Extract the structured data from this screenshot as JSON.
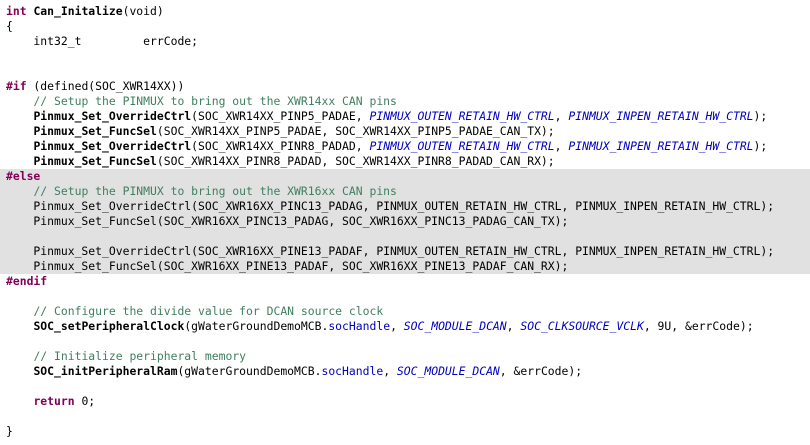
{
  "editor": {
    "lines": [
      [
        {
          "t": "int",
          "c": "kw"
        },
        {
          "t": " "
        },
        {
          "t": "Can_Initalize",
          "c": "fn"
        },
        {
          "t": "(void)"
        }
      ],
      [
        {
          "t": "{"
        }
      ],
      [
        {
          "t": "    int32_t         errCode;"
        }
      ],
      [],
      [],
      [
        {
          "t": "#if",
          "c": "pp"
        },
        {
          "t": " (defined(SOC_XWR14XX))"
        }
      ],
      [
        {
          "t": "    "
        },
        {
          "t": "// Setup the PINMUX to bring out the XWR14xx CAN pins",
          "c": "cm"
        }
      ],
      [
        {
          "t": "    "
        },
        {
          "t": "Pinmux_Set_OverrideCtrl",
          "c": "fn"
        },
        {
          "t": "(SOC_XWR14XX_PINP5_PADAE, "
        },
        {
          "t": "PINMUX_OUTEN_RETAIN_HW_CTRL",
          "c": "mac"
        },
        {
          "t": ", "
        },
        {
          "t": "PINMUX_INPEN_RETAIN_HW_CTRL",
          "c": "mac"
        },
        {
          "t": ");"
        }
      ],
      [
        {
          "t": "    "
        },
        {
          "t": "Pinmux_Set_FuncSel",
          "c": "fn"
        },
        {
          "t": "(SOC_XWR14XX_PINP5_PADAE, SOC_XWR14XX_PINP5_PADAE_CAN_TX);"
        }
      ],
      [
        {
          "t": "    "
        },
        {
          "t": "Pinmux_Set_OverrideCtrl",
          "c": "fn"
        },
        {
          "t": "(SOC_XWR14XX_PINR8_PADAD, "
        },
        {
          "t": "PINMUX_OUTEN_RETAIN_HW_CTRL",
          "c": "mac"
        },
        {
          "t": ", "
        },
        {
          "t": "PINMUX_INPEN_RETAIN_HW_CTRL",
          "c": "mac"
        },
        {
          "t": ");"
        }
      ],
      [
        {
          "t": "    "
        },
        {
          "t": "Pinmux_Set_FuncSel",
          "c": "fn"
        },
        {
          "t": "(SOC_XWR14XX_PINR8_PADAD, SOC_XWR14XX_PINR8_PADAD_CAN_RX);"
        }
      ],
      [
        {
          "t": "#else",
          "c": "pp"
        }
      ],
      [
        {
          "t": "    "
        },
        {
          "t": "// Setup the PINMUX to bring out the XWR16xx CAN pins",
          "c": "cm"
        }
      ],
      [
        {
          "t": "    Pinmux_Set_OverrideCtrl(SOC_XWR16XX_PINC13_PADAG, PINMUX_OUTEN_RETAIN_HW_CTRL, PINMUX_INPEN_RETAIN_HW_CTRL);"
        }
      ],
      [
        {
          "t": "    Pinmux_Set_FuncSel(SOC_XWR16XX_PINC13_PADAG, SOC_XWR16XX_PINC13_PADAG_CAN_TX);"
        }
      ],
      [],
      [
        {
          "t": "    Pinmux_Set_OverrideCtrl(SOC_XWR16XX_PINE13_PADAF, PINMUX_OUTEN_RETAIN_HW_CTRL, PINMUX_INPEN_RETAIN_HW_CTRL);"
        }
      ],
      [
        {
          "t": "    Pinmux_Set_FuncSel(SOC_XWR16XX_PINE13_PADAF, SOC_XWR16XX_PINE13_PADAF_CAN_RX);"
        }
      ],
      [
        {
          "t": "#endif",
          "c": "pp"
        }
      ],
      [],
      [
        {
          "t": "    "
        },
        {
          "t": "// Configure the divide value for DCAN source clock",
          "c": "cm"
        }
      ],
      [
        {
          "t": "    "
        },
        {
          "t": "SOC_setPeripheralClock",
          "c": "fn"
        },
        {
          "t": "(gWaterGroundDemoMCB."
        },
        {
          "t": "socHandle",
          "c": "fld"
        },
        {
          "t": ", "
        },
        {
          "t": "SOC_MODULE_DCAN",
          "c": "mac"
        },
        {
          "t": ", "
        },
        {
          "t": "SOC_CLKSOURCE_VCLK",
          "c": "mac"
        },
        {
          "t": ", 9U, &errCode);"
        }
      ],
      [],
      [
        {
          "t": "    "
        },
        {
          "t": "// Initialize peripheral memory",
          "c": "cm"
        }
      ],
      [
        {
          "t": "    "
        },
        {
          "t": "SOC_initPeripheralRam",
          "c": "fn"
        },
        {
          "t": "(gWaterGroundDemoMCB."
        },
        {
          "t": "socHandle",
          "c": "fld"
        },
        {
          "t": ", "
        },
        {
          "t": "SOC_MODULE_DCAN",
          "c": "mac"
        },
        {
          "t": ", &errCode);"
        }
      ],
      [],
      [
        {
          "t": "    "
        },
        {
          "t": "return",
          "c": "kw"
        },
        {
          "t": " 0;"
        }
      ],
      [],
      [
        {
          "t": "}"
        }
      ]
    ]
  }
}
